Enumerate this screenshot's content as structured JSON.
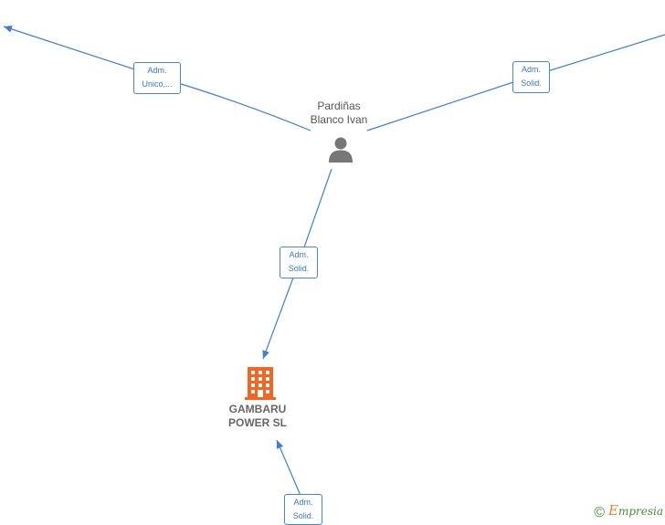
{
  "nodes": {
    "person": {
      "line1": "Pardiñas",
      "line2": "Blanco Ivan",
      "icon": "person-icon"
    },
    "company": {
      "line1": "GAMBARU",
      "line2": "POWER  SL",
      "icon": "building-icon",
      "color": "#f26522"
    }
  },
  "edges": [
    {
      "line1": "Adm.",
      "line2": "Unico,..."
    },
    {
      "line1": "Adm.",
      "line2": "Solid."
    },
    {
      "line1": "Adm.",
      "line2": "Solid."
    },
    {
      "line1": "Adm.",
      "line2": "Solid."
    }
  ],
  "colors": {
    "edge": "#3f7fd0",
    "person_icon": "#777777"
  },
  "watermark": {
    "symbol": "©",
    "brand_initial": "E",
    "brand_rest": "mpresia"
  }
}
